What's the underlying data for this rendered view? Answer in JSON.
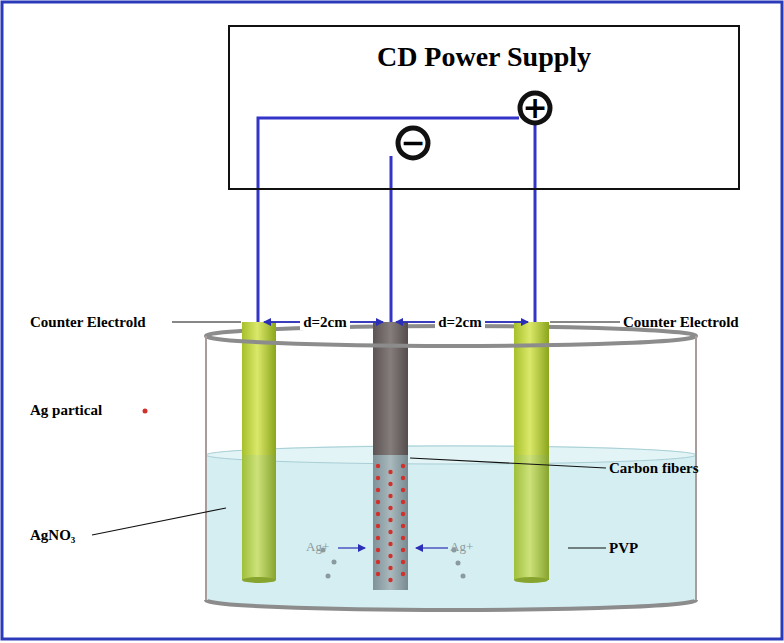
{
  "diagram": {
    "nodes": [
      {
        "text": [
          "CD Power Supply"
        ]
      }
    ],
    "labels": [
      "Counter Electrold",
      "Counter Electrold",
      "d=2cm",
      "d=2cm",
      "Ag partical",
      "Carbon fibers",
      "AgNO₃",
      "PVP",
      "Ag+",
      "Ag+",
      "−",
      "+"
    ]
  }
}
